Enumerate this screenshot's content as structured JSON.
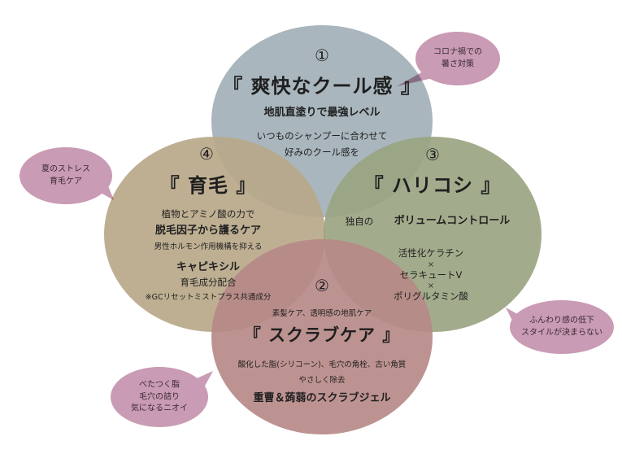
{
  "circles": {
    "top": {
      "number": "①",
      "title": "『 爽快なクール感 』",
      "lines": [
        "地肌直塗りで最強レベル",
        "いつものシャンプーに合わせて",
        "好みのクール感を"
      ],
      "color": "#a2b0b8"
    },
    "left": {
      "number": "④",
      "title": "『 育毛 』",
      "lines": [
        "植物とアミノ酸の力で",
        "脱毛因子から護るケア",
        "男性ホルモン作用機構を抑える",
        "キャピキシル",
        "育毛成分配合",
        "※GCリセットミストプラス共通成分"
      ],
      "color": "#b8a88a"
    },
    "right": {
      "number": "③",
      "title": "『 ハリコシ 』",
      "lines": [
        "独自の",
        "ボリュームコントロール",
        "活性化ケラチン",
        "×",
        "セラキュートV",
        "×",
        "ポリグルタミン酸"
      ],
      "color": "#9aa582"
    },
    "bottom": {
      "number": "②",
      "title": "『 スクラブケア 』",
      "lines": [
        "素髪ケア、透明感の地肌ケア",
        "酸化した脂(シリコーン)、毛穴の角栓、古い角質",
        "やさしく除去",
        "重曹＆蒟蒻のスクラブジェル"
      ],
      "color": "#b78a88"
    }
  },
  "bubbles": [
    {
      "lines": [
        "コロナ禍での",
        "暑さ対策"
      ]
    },
    {
      "lines": [
        "夏のストレス",
        "育毛ケア"
      ]
    },
    {
      "lines": [
        "ふんわり感の低下",
        "スタイルが決まらない"
      ]
    },
    {
      "lines": [
        "べたつく脂",
        "毛穴の詰り",
        "気になるニオイ"
      ]
    }
  ],
  "bubble_color": "#c99bb4"
}
